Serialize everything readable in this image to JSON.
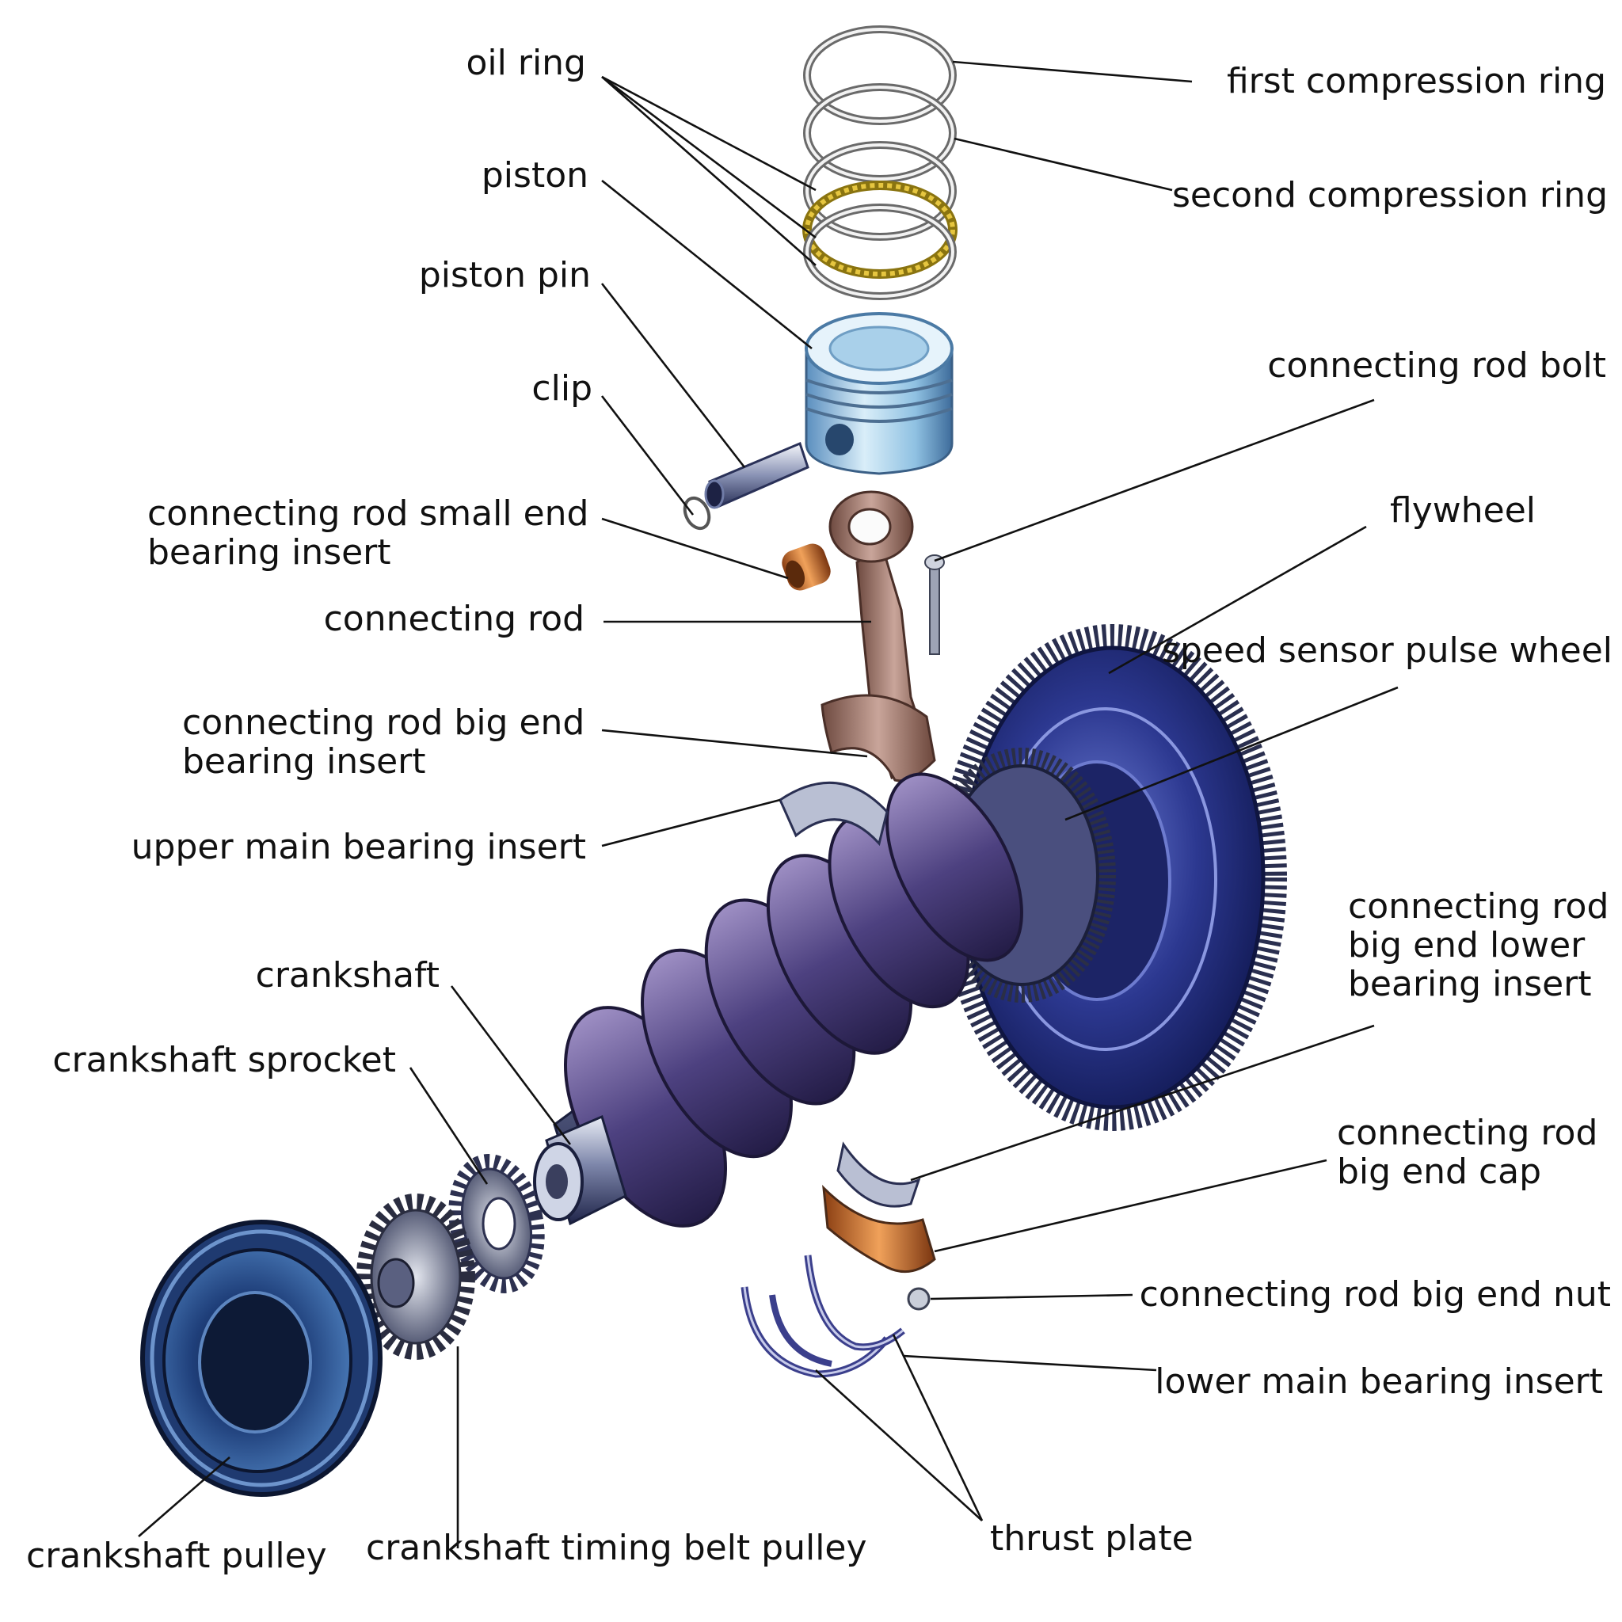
{
  "labels": {
    "oil_ring": "oil ring",
    "piston": "piston",
    "piston_pin": "piston pin",
    "clip": "clip",
    "small_end_bearing": "connecting rod small end\nbearing insert",
    "connecting_rod": "connecting rod",
    "big_end_bearing": "connecting rod big end\nbearing insert",
    "upper_main_bearing": "upper main bearing insert",
    "crankshaft": "crankshaft",
    "crankshaft_sprocket": "crankshaft sprocket",
    "crankshaft_pulley": "crankshaft pulley",
    "timing_belt_pulley": "crankshaft timing belt pulley",
    "thrust_plate": "thrust plate",
    "first_compression_ring": "first compression ring",
    "second_compression_ring": "second compression ring",
    "connecting_rod_bolt": "connecting rod bolt",
    "flywheel": "flywheel",
    "speed_sensor_pulse_wheel": "speed sensor pulse wheel",
    "big_end_lower_bearing": "connecting rod\nbig end lower\nbearing insert",
    "big_end_cap": "connecting rod\nbig end cap",
    "big_end_nut": "connecting rod big end nut",
    "lower_main_bearing": "lower main bearing insert"
  },
  "colors": {
    "steel_blue": "#2b3a8c",
    "crank_purple": "#4a3f7a",
    "rod_bronze": "#9a6e5e",
    "copper": "#c96a2a",
    "gold_ring": "#c9a520",
    "piston_blue": "#a9d4ec",
    "leader": "#111111"
  }
}
